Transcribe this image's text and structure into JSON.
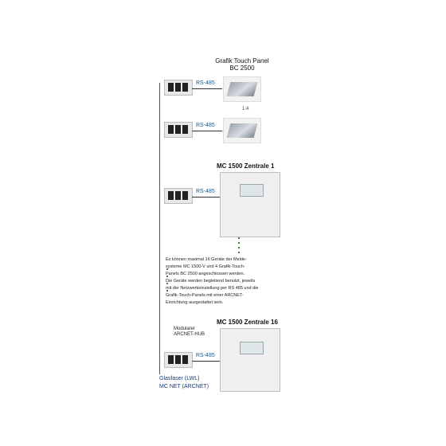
{
  "panel_title": {
    "line1": "Grafik Touch Panel",
    "line2": "BC 2500"
  },
  "bus_labels": {
    "panel_a": "RS-485",
    "panel_b": "RS-485",
    "central_1": "RS-485",
    "central_16": "RS-485"
  },
  "connector_label": "1:4",
  "central_1_title": "MC 1500 Zentrale 1",
  "central_16_title": "MC 1500 Zentrale 16",
  "note_lines": [
    "Es können maximal 16 Geräte der Melde-",
    "systeme MC 1500-V und 4 Grafik-Touch-",
    "Panels BC 2500 angeschlossen werden.",
    "Die Geräte werden begleitend benutzt, jeweils",
    "mit der Netzwerkeinstellung per RS 485 und die",
    "Grafik-Touch-Panels mit einer ARCNET-",
    "Einrichtung ausgestattet sein."
  ],
  "hub_label": {
    "line1": "Modularer",
    "line2": "ARCNET-HUB"
  },
  "fiber_label": {
    "line1": "Glasfaser (LWL)",
    "line2": "MC NET (ARCNET)"
  },
  "colors": {
    "bus_label": "#1a5a8a",
    "dots": "#3a7a3a",
    "fiber_label": "#1a3a7a"
  }
}
